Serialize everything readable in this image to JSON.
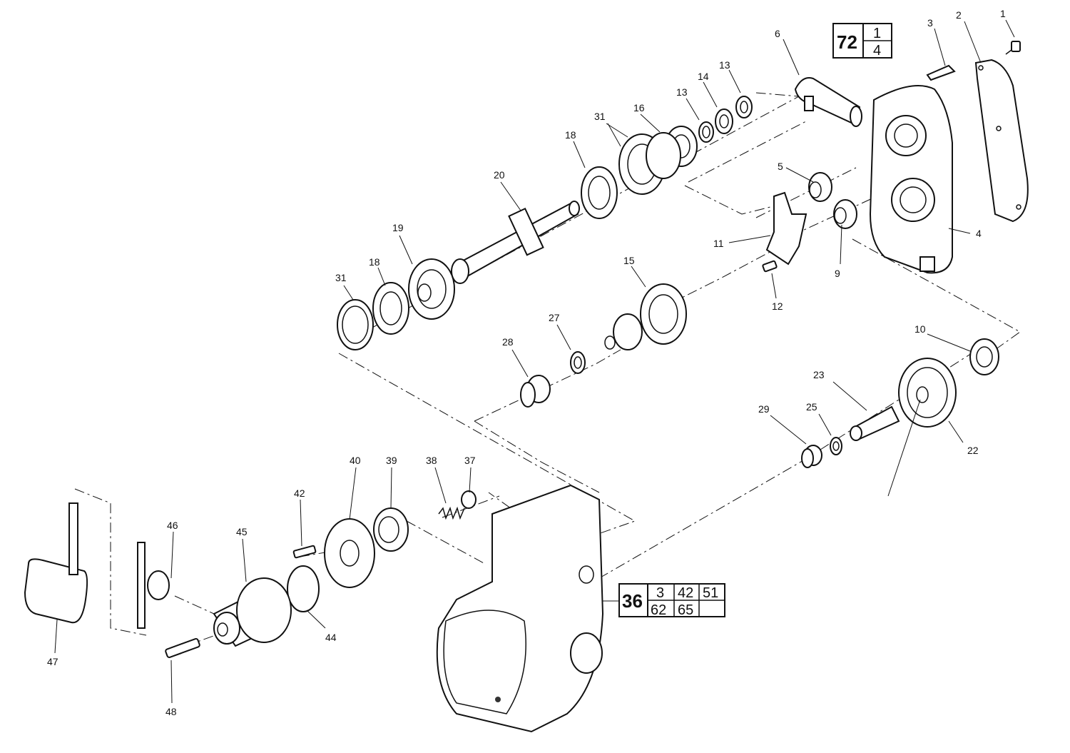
{
  "callouts": [
    {
      "id": "c1",
      "label": "1"
    },
    {
      "id": "c2",
      "label": "2"
    },
    {
      "id": "c3",
      "label": "3"
    },
    {
      "id": "c4",
      "label": "4"
    },
    {
      "id": "c5",
      "label": "5"
    },
    {
      "id": "c6",
      "label": "6"
    },
    {
      "id": "c9",
      "label": "9"
    },
    {
      "id": "c10",
      "label": "10"
    },
    {
      "id": "c11",
      "label": "11"
    },
    {
      "id": "c12",
      "label": "12"
    },
    {
      "id": "c13a",
      "label": "13"
    },
    {
      "id": "c13b",
      "label": "13"
    },
    {
      "id": "c14",
      "label": "14"
    },
    {
      "id": "c15",
      "label": "15"
    },
    {
      "id": "c16",
      "label": "16"
    },
    {
      "id": "c18a",
      "label": "18"
    },
    {
      "id": "c18b",
      "label": "18"
    },
    {
      "id": "c19",
      "label": "19"
    },
    {
      "id": "c20",
      "label": "20"
    },
    {
      "id": "c22",
      "label": "22"
    },
    {
      "id": "c23",
      "label": "23"
    },
    {
      "id": "c25",
      "label": "25"
    },
    {
      "id": "c27",
      "label": "27"
    },
    {
      "id": "c28",
      "label": "28"
    },
    {
      "id": "c29",
      "label": "29"
    },
    {
      "id": "c31a",
      "label": "31"
    },
    {
      "id": "c31b",
      "label": "31"
    },
    {
      "id": "c37",
      "label": "37"
    },
    {
      "id": "c38",
      "label": "38"
    },
    {
      "id": "c39",
      "label": "39"
    },
    {
      "id": "c40",
      "label": "40"
    },
    {
      "id": "c42",
      "label": "42"
    },
    {
      "id": "c44",
      "label": "44"
    },
    {
      "id": "c45",
      "label": "45"
    },
    {
      "id": "c46",
      "label": "46"
    },
    {
      "id": "c47",
      "label": "47"
    },
    {
      "id": "c48",
      "label": "48"
    }
  ],
  "ref_box_72": {
    "main": "72",
    "cells": [
      "1",
      "4"
    ]
  },
  "ref_box_36": {
    "main": "36",
    "row1": [
      "3",
      "42",
      "51"
    ],
    "row2": [
      "62",
      "65",
      ""
    ]
  }
}
